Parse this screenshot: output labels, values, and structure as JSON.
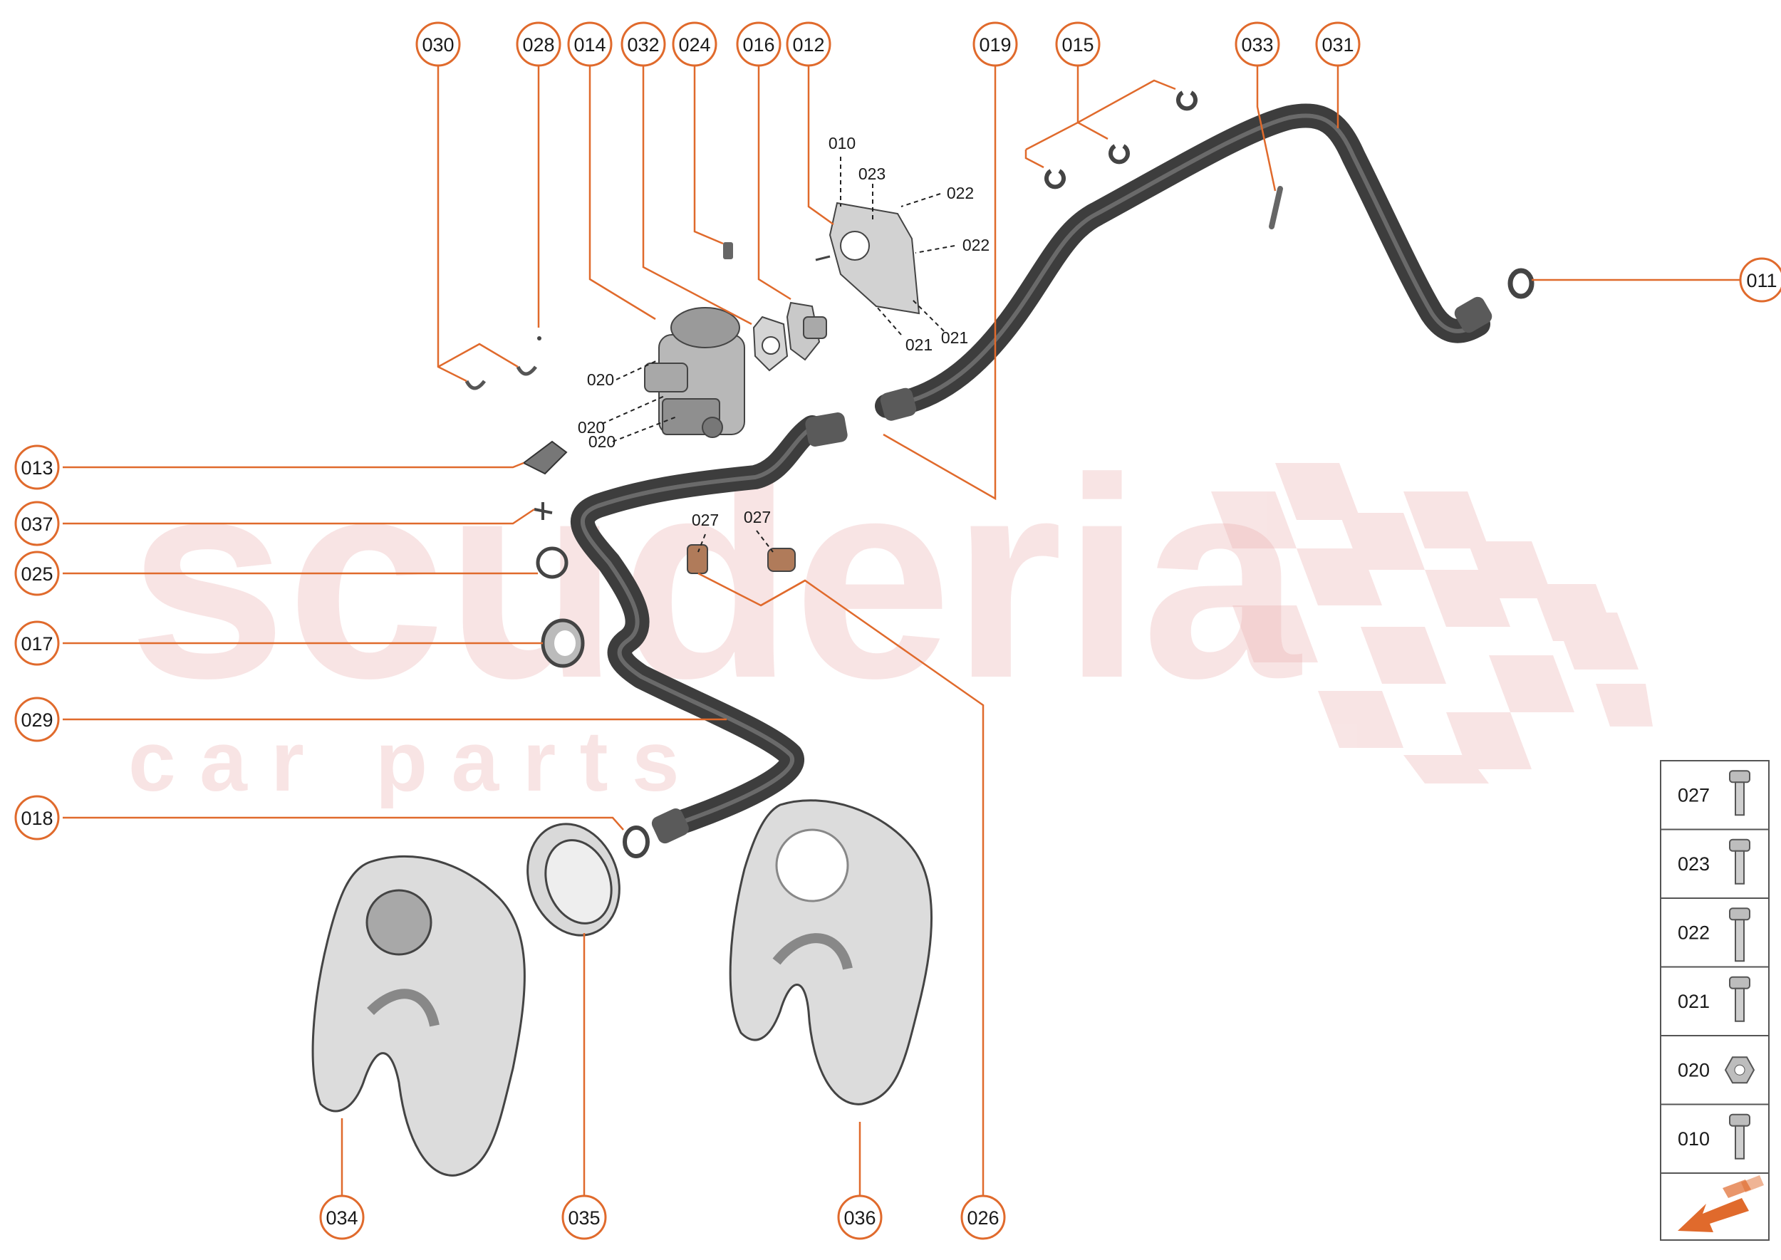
{
  "watermark": {
    "brand": "scuderia",
    "tagline": "c a r   p a r t s"
  },
  "colors": {
    "accent": "#e06a2c",
    "hose": "#3d3d3d",
    "part_fill": "#c9c9c9",
    "watermark": "#e9a9a9"
  },
  "callouts": [
    {
      "id": "030"
    },
    {
      "id": "028"
    },
    {
      "id": "014"
    },
    {
      "id": "032"
    },
    {
      "id": "024"
    },
    {
      "id": "016"
    },
    {
      "id": "012"
    },
    {
      "id": "019"
    },
    {
      "id": "015"
    },
    {
      "id": "033"
    },
    {
      "id": "031"
    },
    {
      "id": "011"
    },
    {
      "id": "013"
    },
    {
      "id": "037"
    },
    {
      "id": "025"
    },
    {
      "id": "017"
    },
    {
      "id": "029"
    },
    {
      "id": "018"
    },
    {
      "id": "034"
    },
    {
      "id": "035"
    },
    {
      "id": "036"
    },
    {
      "id": "026"
    }
  ],
  "inline_labels": [
    "010",
    "023",
    "022",
    "022",
    "021",
    "021",
    "020",
    "020",
    "020",
    "027",
    "027"
  ],
  "legend": {
    "items": [
      {
        "label": "027",
        "icon": "flange-bolt-icon"
      },
      {
        "label": "023",
        "icon": "pan-screw-icon"
      },
      {
        "label": "022",
        "icon": "long-bolt-icon"
      },
      {
        "label": "021",
        "icon": "torx-screw-icon"
      },
      {
        "label": "020",
        "icon": "hex-nut-icon"
      },
      {
        "label": "010",
        "icon": "flange-bolt-icon"
      }
    ],
    "footer_icon": "orientation-arrow-icon"
  }
}
